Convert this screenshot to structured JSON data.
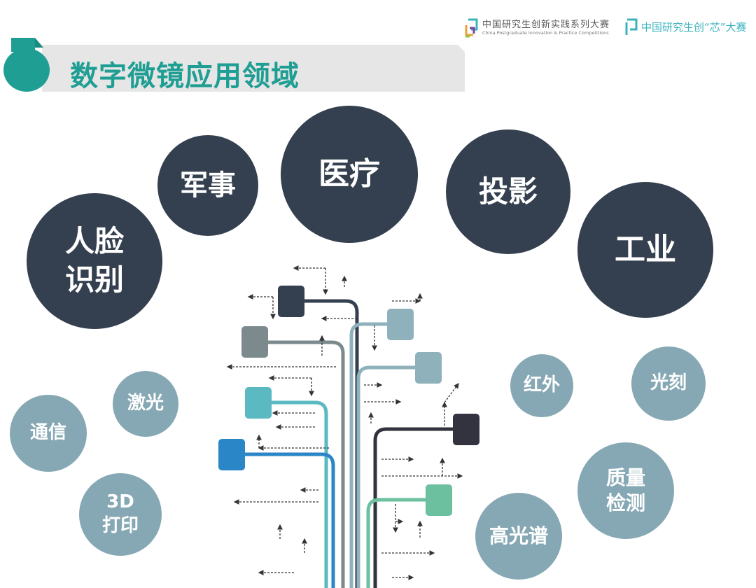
{
  "header": {
    "logo_left": {
      "cn": "中国研究生创新实践系列大赛",
      "en": "China Postgraduate Innovation & Practice Competitions"
    },
    "logo_right": "中国研究生创“芯”大赛"
  },
  "title": "数字微镜应用领域",
  "major_fields": [
    {
      "label": "人脸\n识别"
    },
    {
      "label": "军事"
    },
    {
      "label": "医疗"
    },
    {
      "label": "投影"
    },
    {
      "label": "工业"
    }
  ],
  "minor_fields": [
    {
      "label": "激光"
    },
    {
      "label": "通信"
    },
    {
      "label": "3D\n打印"
    },
    {
      "label": "红外"
    },
    {
      "label": "光刻"
    },
    {
      "label": "质量\n检测"
    },
    {
      "label": "高光谱"
    }
  ],
  "colors": {
    "accent": "#1f9e93",
    "dark": "#34404f",
    "light": "#86a8b4"
  }
}
